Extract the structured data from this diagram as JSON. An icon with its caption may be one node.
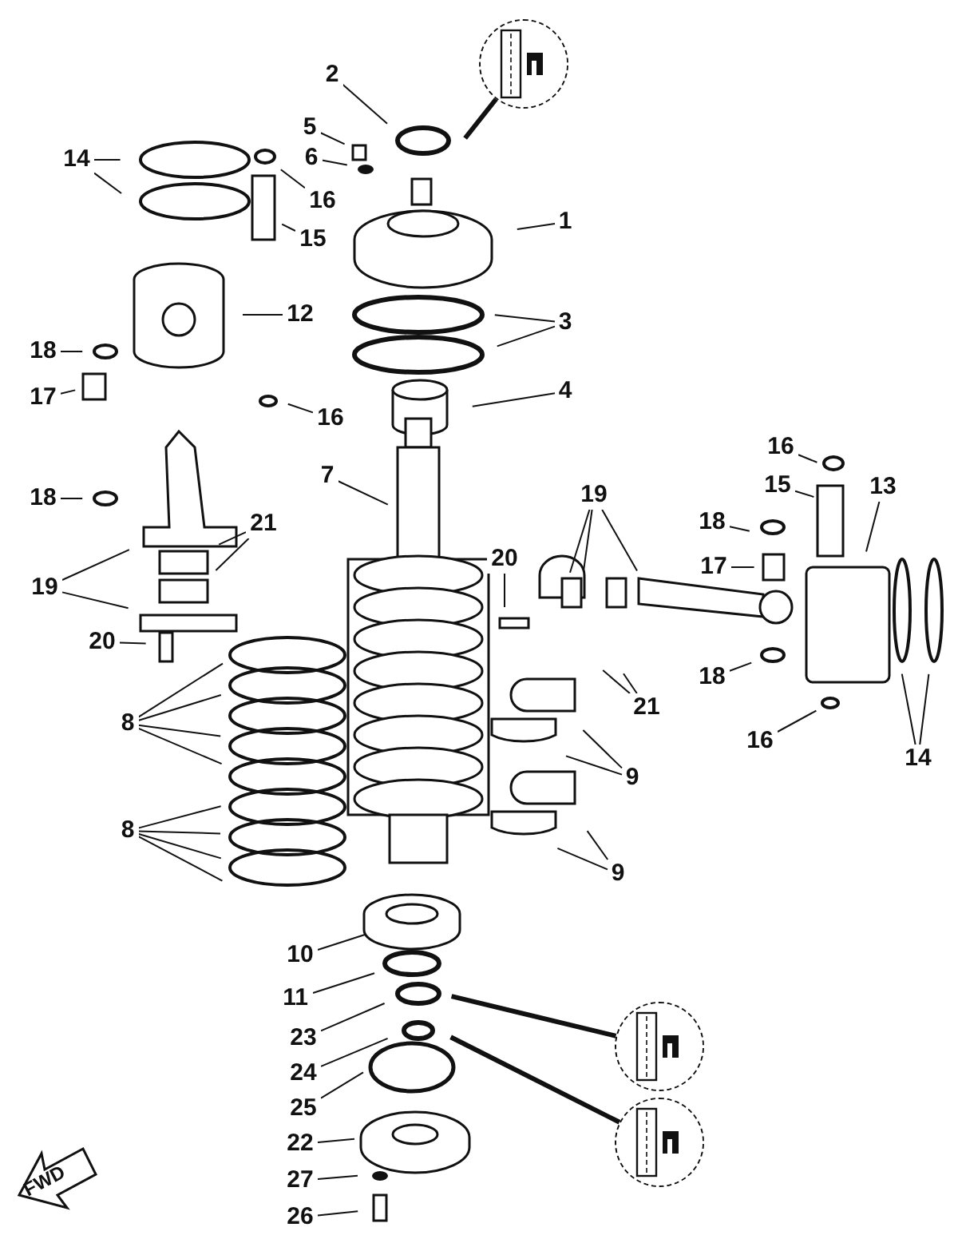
{
  "diagram": {
    "nodes": [
      {
        "text": [
          "2"
        ]
      },
      {
        "text": [],
        "shape": "picture"
      },
      {
        "text": [
          "5"
        ]
      },
      {
        "text": [
          "14"
        ]
      },
      {
        "text": [
          "6"
        ]
      },
      {
        "text": [
          "16"
        ]
      },
      {
        "text": [
          "1"
        ]
      },
      {
        "text": [
          "15"
        ]
      },
      {
        "text": [
          "12"
        ]
      },
      {
        "text": [
          "3"
        ]
      },
      {
        "text": [
          "18"
        ]
      },
      {
        "text": [
          "4"
        ]
      },
      {
        "text": [
          "17"
        ]
      },
      {
        "text": [
          "16"
        ]
      },
      {
        "text": [
          "16"
        ]
      },
      {
        "text": [
          "7"
        ]
      },
      {
        "text": [
          "15"
        ]
      },
      {
        "text": [
          "13"
        ]
      },
      {
        "text": [
          "19"
        ]
      },
      {
        "text": [
          "18"
        ]
      },
      {
        "text": [
          "18"
        ]
      },
      {
        "text": [
          "21"
        ]
      },
      {
        "text": [
          "20"
        ]
      },
      {
        "text": [
          "17"
        ]
      },
      {
        "text": [
          "19"
        ]
      },
      {
        "text": [
          "20"
        ]
      },
      {
        "text": [
          "18"
        ]
      },
      {
        "text": [
          "21"
        ]
      },
      {
        "text": [
          "8"
        ]
      },
      {
        "text": [
          "16"
        ]
      },
      {
        "text": [
          "14"
        ]
      },
      {
        "text": [
          "9"
        ]
      },
      {
        "text": [
          "8"
        ]
      },
      {
        "text": [
          "9"
        ]
      },
      {
        "text": [
          "10"
        ]
      },
      {
        "text": [
          "11"
        ]
      },
      {
        "text": [
          "23"
        ]
      },
      {
        "text": [],
        "shape": "picture"
      },
      {
        "text": [
          "24"
        ]
      },
      {
        "text": [
          "25"
        ]
      },
      {
        "text": [],
        "shape": "picture"
      },
      {
        "text": [
          "22"
        ]
      },
      {
        "text": [
          "27"
        ]
      },
      {
        "text": [
          "26"
        ]
      }
    ],
    "edges": [
      {
        "from": 0,
        "to": null,
        "arrow": "none"
      },
      {
        "from": 1,
        "to": null,
        "arrow": "none",
        "style": "thick"
      },
      {
        "from": 2,
        "to": null,
        "arrow": "none"
      },
      {
        "from": 3,
        "to": null,
        "arrow": "none"
      },
      {
        "from": 3,
        "to": null,
        "arrow": "none"
      },
      {
        "from": 4,
        "to": null,
        "arrow": "none"
      },
      {
        "from": 5,
        "to": null,
        "arrow": "none"
      },
      {
        "from": 6,
        "to": null,
        "arrow": "none"
      },
      {
        "from": 7,
        "to": null,
        "arrow": "none"
      },
      {
        "from": 8,
        "to": null,
        "arrow": "none"
      },
      {
        "from": 9,
        "to": null,
        "arrow": "none"
      },
      {
        "from": 9,
        "to": null,
        "arrow": "none"
      },
      {
        "from": 10,
        "to": null,
        "arrow": "none"
      },
      {
        "from": 11,
        "to": null,
        "arrow": "none"
      },
      {
        "from": 12,
        "to": null,
        "arrow": "none"
      },
      {
        "from": 13,
        "to": null,
        "arrow": "none"
      },
      {
        "from": 14,
        "to": null,
        "arrow": "none"
      },
      {
        "from": 15,
        "to": null,
        "arrow": "none"
      },
      {
        "from": 16,
        "to": null,
        "arrow": "none"
      },
      {
        "from": 17,
        "to": null,
        "arrow": "none"
      },
      {
        "from": 18,
        "to": null,
        "arrow": "none"
      },
      {
        "from": 18,
        "to": null,
        "arrow": "none"
      },
      {
        "from": 18,
        "to": null,
        "arrow": "none"
      },
      {
        "from": 19,
        "to": null,
        "arrow": "none"
      },
      {
        "from": 20,
        "to": null,
        "arrow": "none"
      },
      {
        "from": 21,
        "to": null,
        "arrow": "none"
      },
      {
        "from": 21,
        "to": null,
        "arrow": "none"
      },
      {
        "from": 22,
        "to": null,
        "arrow": "none"
      },
      {
        "from": 23,
        "to": null,
        "arrow": "none"
      },
      {
        "from": 24,
        "to": null,
        "arrow": "none"
      },
      {
        "from": 24,
        "to": null,
        "arrow": "none"
      },
      {
        "from": 25,
        "to": null,
        "arrow": "none"
      },
      {
        "from": 26,
        "to": null,
        "arrow": "none"
      },
      {
        "from": 27,
        "to": null,
        "arrow": "none"
      },
      {
        "from": 27,
        "to": null,
        "arrow": "none"
      },
      {
        "from": 28,
        "to": null,
        "arrow": "none"
      },
      {
        "from": 28,
        "to": null,
        "arrow": "none"
      },
      {
        "from": 28,
        "to": null,
        "arrow": "none"
      },
      {
        "from": 28,
        "to": null,
        "arrow": "none"
      },
      {
        "from": 29,
        "to": null,
        "arrow": "none"
      },
      {
        "from": 30,
        "to": null,
        "arrow": "none"
      },
      {
        "from": 30,
        "to": null,
        "arrow": "none"
      },
      {
        "from": 31,
        "to": null,
        "arrow": "none"
      },
      {
        "from": 31,
        "to": null,
        "arrow": "none"
      },
      {
        "from": 32,
        "to": null,
        "arrow": "none"
      },
      {
        "from": 32,
        "to": null,
        "arrow": "none"
      },
      {
        "from": 32,
        "to": null,
        "arrow": "none"
      },
      {
        "from": 32,
        "to": null,
        "arrow": "none"
      },
      {
        "from": 33,
        "to": null,
        "arrow": "none"
      },
      {
        "from": 33,
        "to": null,
        "arrow": "none"
      },
      {
        "from": 34,
        "to": null,
        "arrow": "none"
      },
      {
        "from": 35,
        "to": null,
        "arrow": "none"
      },
      {
        "from": 36,
        "to": null,
        "arrow": "none"
      },
      {
        "from": 37,
        "to": null,
        "arrow": "none",
        "style": "thick"
      },
      {
        "from": 38,
        "to": null,
        "arrow": "none"
      },
      {
        "from": 39,
        "to": null,
        "arrow": "none"
      },
      {
        "from": 40,
        "to": null,
        "arrow": "none",
        "style": "thick"
      },
      {
        "from": 41,
        "to": null,
        "arrow": "none"
      },
      {
        "from": 42,
        "to": null,
        "arrow": "none"
      },
      {
        "from": 43,
        "to": null,
        "arrow": "none"
      }
    ],
    "labels": [
      "FWD"
    ]
  }
}
